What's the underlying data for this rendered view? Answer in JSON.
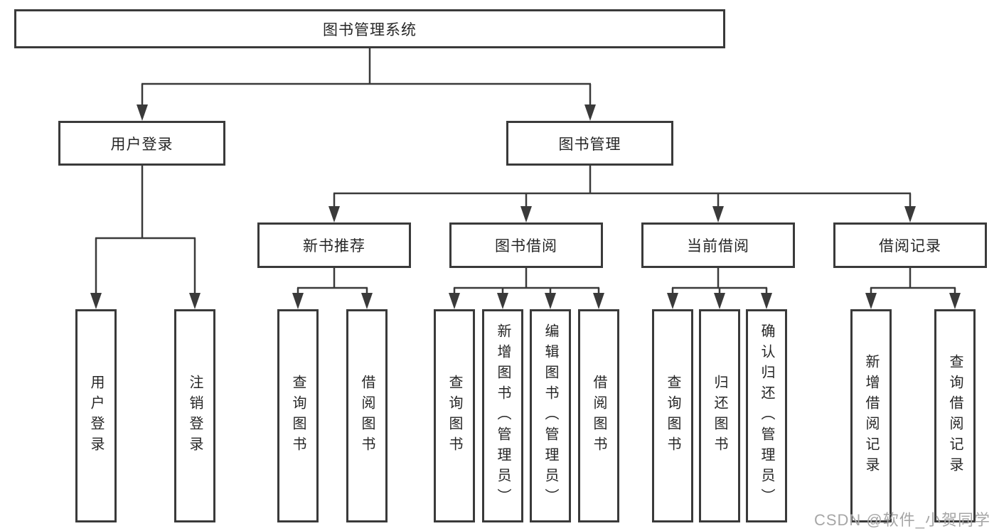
{
  "diagram": {
    "type": "hierarchy-tree",
    "title": "图书管理系统",
    "colors": {
      "line": "#3a3a3a",
      "box_border": "#3a3a3a",
      "box_fill": "#ffffff",
      "text": "#262626",
      "watermark": "#a6a6a6",
      "background": "#ffffff"
    },
    "tree": {
      "root": {
        "label": "图书管理系统",
        "children": [
          {
            "label": "用户登录",
            "children": [
              {
                "label": "用户登录"
              },
              {
                "label": "注销登录"
              }
            ]
          },
          {
            "label": "图书管理",
            "children": [
              {
                "label": "新书推荐",
                "children": [
                  {
                    "label": "查询图书"
                  },
                  {
                    "label": "借阅图书"
                  }
                ]
              },
              {
                "label": "图书借阅",
                "children": [
                  {
                    "label": "查询图书"
                  },
                  {
                    "label": "新增图书（管理员）"
                  },
                  {
                    "label": "编辑图书（管理员）"
                  },
                  {
                    "label": "借阅图书"
                  }
                ]
              },
              {
                "label": "当前借阅",
                "children": [
                  {
                    "label": "查询图书"
                  },
                  {
                    "label": "归还图书"
                  },
                  {
                    "label": "确认归还（管理员）"
                  }
                ]
              },
              {
                "label": "借阅记录",
                "children": [
                  {
                    "label": "新增借阅记录"
                  },
                  {
                    "label": "查询借阅记录"
                  }
                ]
              }
            ]
          }
        ]
      }
    }
  },
  "watermark": {
    "text": "CSDN @软件_小贺同学"
  }
}
